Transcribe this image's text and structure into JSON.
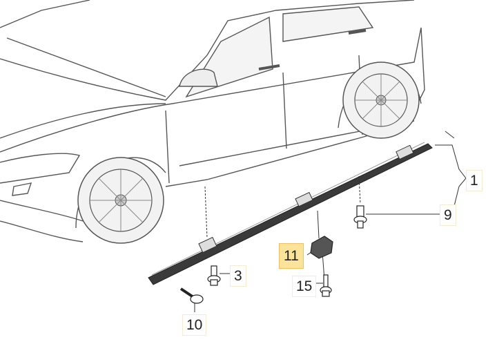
{
  "diagram": {
    "labels": [
      {
        "id": "1",
        "highlighted": false
      },
      {
        "id": "9",
        "highlighted": false
      },
      {
        "id": "3",
        "highlighted": false
      },
      {
        "id": "11",
        "highlighted": true
      },
      {
        "id": "15",
        "highlighted": false
      },
      {
        "id": "10",
        "highlighted": false
      }
    ]
  },
  "colors": {
    "highlight": "#fbe39a",
    "line": "#333333"
  }
}
